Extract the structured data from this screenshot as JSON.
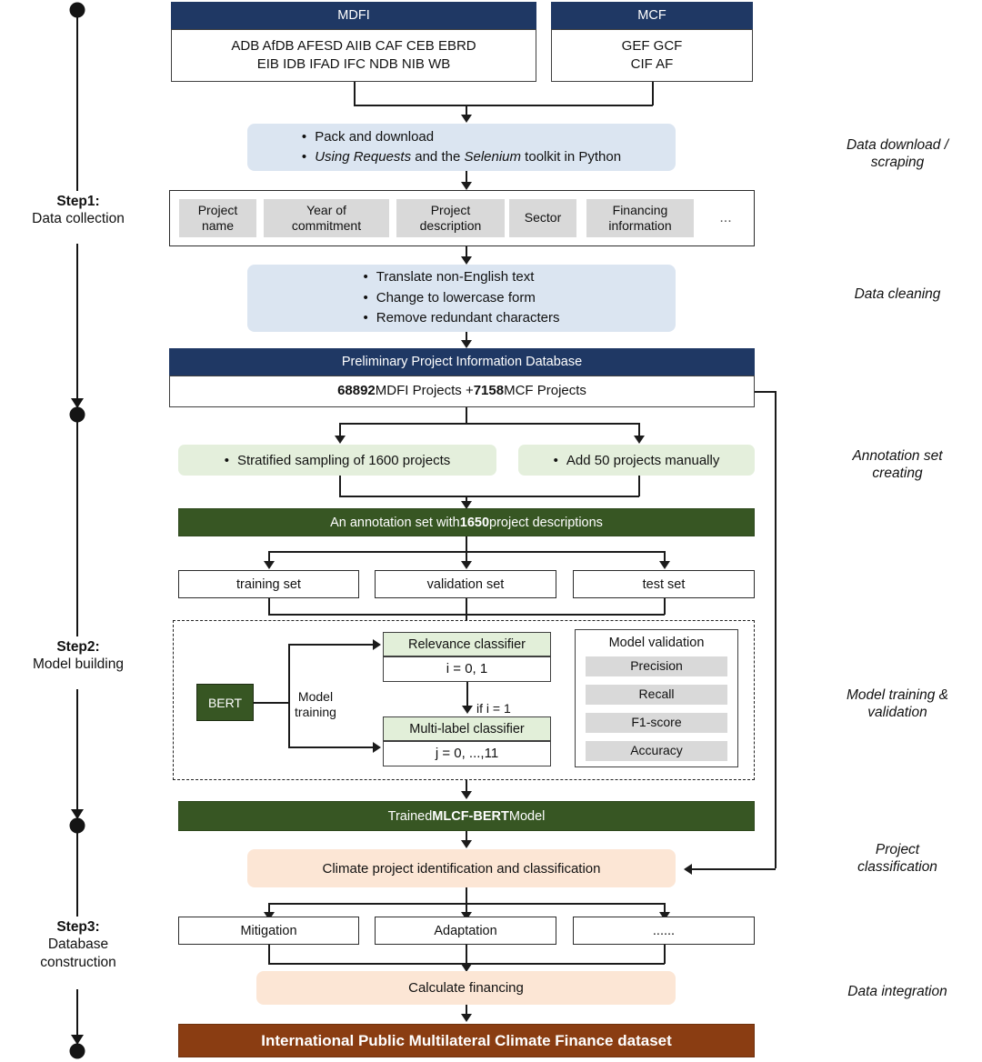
{
  "diagram": {
    "title": "Workflow for building the International Public Multilateral Climate Finance dataset",
    "colors": {
      "navy": "#1f3864",
      "light_blue": "#dbe5f1",
      "light_green": "#e4efdc",
      "dark_green": "#375623",
      "peach": "#fce6d5",
      "brown": "#8a3d12",
      "grey_field": "#d9d9d9",
      "line": "#1b1b1b"
    }
  },
  "timeline": {
    "steps": [
      {
        "title": "Step1:",
        "subtitle": "Data collection"
      },
      {
        "title": "Step2:",
        "subtitle": "Model building"
      },
      {
        "title": "Step3:",
        "subtitle": "Database\nconstruction"
      }
    ],
    "step3_line1": "Database",
    "step3_line2": "construction"
  },
  "side_notes": [
    {
      "line1": "Data download /",
      "line2": "scraping"
    },
    {
      "line1": "Data cleaning",
      "line2": ""
    },
    {
      "line1": "Annotation set",
      "line2": "creating"
    },
    {
      "line1": "Model training &",
      "line2": "validation"
    },
    {
      "line1": "Project",
      "line2": "classification"
    },
    {
      "line1": "Data integration",
      "line2": ""
    }
  ],
  "sources": {
    "mdfi": {
      "header": "MDFI",
      "line1": "ADB AfDB AFESD AIIB CAF CEB EBRD",
      "line2": "EIB IDB IFAD IFC NDB NIB WB"
    },
    "mcf": {
      "header": "MCF",
      "line1": "GEF GCF",
      "line2": "CIF AF"
    }
  },
  "download_step": {
    "bullet1": "Pack and download",
    "bullet2_prefix": "Using Requests",
    "bullet2_mid": " and the ",
    "bullet2_em2": "Selenium",
    "bullet2_suffix": " toolkit in Python"
  },
  "fields": {
    "items": [
      "Project\nname",
      "Year of\ncommitment",
      "Project\ndescription",
      "Sector",
      "Financing\ninformation"
    ],
    "labels": [
      {
        "l1": "Project",
        "l2": "name"
      },
      {
        "l1": "Year of",
        "l2": "commitment"
      },
      {
        "l1": "Project",
        "l2": "description"
      },
      {
        "l1": "Sector",
        "l2": ""
      },
      {
        "l1": "Financing",
        "l2": "information"
      }
    ],
    "ellipsis": "..."
  },
  "cleaning_step": {
    "bullet1": "Translate non-English text",
    "bullet2": "Change to lowercase form",
    "bullet3": "Remove redundant characters"
  },
  "database": {
    "header": "Preliminary Project Information Database",
    "count_mdfi": "68892",
    "count_mdfi_label": " MDFI Projects + ",
    "count_mcf": "7158",
    "count_mcf_label": " MCF Projects"
  },
  "annotation": {
    "sampling": "Stratified sampling of 1600 projects",
    "manual": "Add 50 projects manually",
    "result_prefix": "An annotation set with ",
    "result_count": "1650",
    "result_suffix": " project descriptions",
    "splits": [
      "training set",
      "validation set",
      "test set"
    ]
  },
  "model": {
    "bert": "BERT",
    "training_label_l1": "Model",
    "training_label_l2": "training",
    "relevance_header": "Relevance classifier",
    "relevance_body": "i = 0, 1",
    "condition": "if i = 1",
    "multilabel_header": "Multi-label classifier",
    "multilabel_body": "j = 0, ...,11",
    "validation_title": "Model validation",
    "metrics": [
      "Precision",
      "Recall",
      "F1-score",
      "Accuracy"
    ],
    "trained_prefix": "Trained ",
    "trained_name": "MLCF-BERT",
    "trained_suffix": " Model"
  },
  "classification": {
    "identify": "Climate project identification and classification",
    "categories": [
      "Mitigation",
      "Adaptation",
      "......"
    ],
    "calculate": "Calculate financing",
    "final_dataset": "International Public Multilateral Climate Finance dataset"
  }
}
